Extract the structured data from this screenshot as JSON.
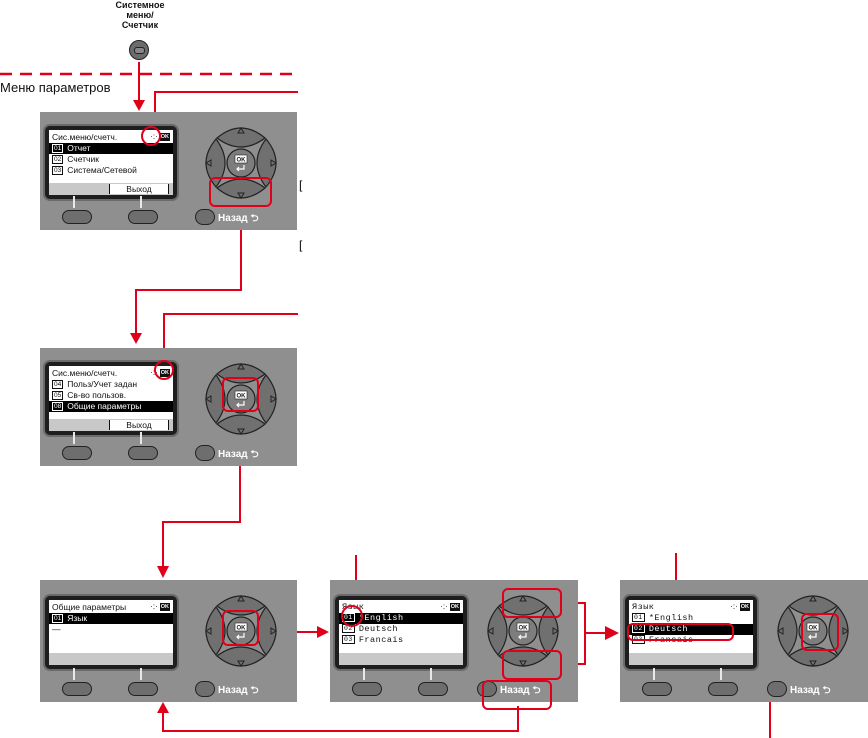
{
  "top_button": {
    "caption_lines": [
      "Системное",
      "меню/",
      "Счетчик"
    ]
  },
  "section_label": "Меню параметров",
  "colors": {
    "accent_red": "#e0001a",
    "panel_gray": "#8f8f8f",
    "key_gray": "#6e6e6e"
  },
  "common": {
    "back_label": "Назад",
    "ok_label": "OK",
    "exit_label": "Выход",
    "bracket": "["
  },
  "screens": [
    {
      "id": "sysmenu-1",
      "title": "Сис.меню/счетч.",
      "rows": [
        {
          "num": "01",
          "label": "Отчет",
          "selected": true
        },
        {
          "num": "02",
          "label": "Счетчик",
          "selected": false
        },
        {
          "num": "03",
          "label": "Система/Сетевой",
          "selected": false
        }
      ],
      "has_exit": true
    },
    {
      "id": "sysmenu-2",
      "title": "Сис.меню/счетч.",
      "rows": [
        {
          "num": "04",
          "label": "Польз/Учет задан",
          "selected": false
        },
        {
          "num": "05",
          "label": "Св-во пользов.",
          "selected": false
        },
        {
          "num": "08",
          "label": "Общие параметры",
          "selected": true
        }
      ],
      "has_exit": true
    },
    {
      "id": "common-settings",
      "title": "Общие параметры",
      "rows": [
        {
          "num": "01",
          "label": "Язык",
          "selected": true
        },
        {
          "num": "",
          "label": "—",
          "selected": false
        }
      ],
      "has_exit": false
    },
    {
      "id": "language-1",
      "title": "Язык",
      "rows": [
        {
          "num": "01",
          "label": "*English",
          "selected": true
        },
        {
          "num": "02",
          "label": "Deutsch",
          "selected": false
        },
        {
          "num": "03",
          "label": "Francais",
          "selected": false
        }
      ],
      "has_exit": false
    },
    {
      "id": "language-2",
      "title": "Язык",
      "rows": [
        {
          "num": "01",
          "label": "*English",
          "selected": false
        },
        {
          "num": "02",
          "label": "Deutsch",
          "selected": true
        },
        {
          "num": "03",
          "label": "Francais",
          "selected": false
        }
      ],
      "has_exit": false
    }
  ]
}
